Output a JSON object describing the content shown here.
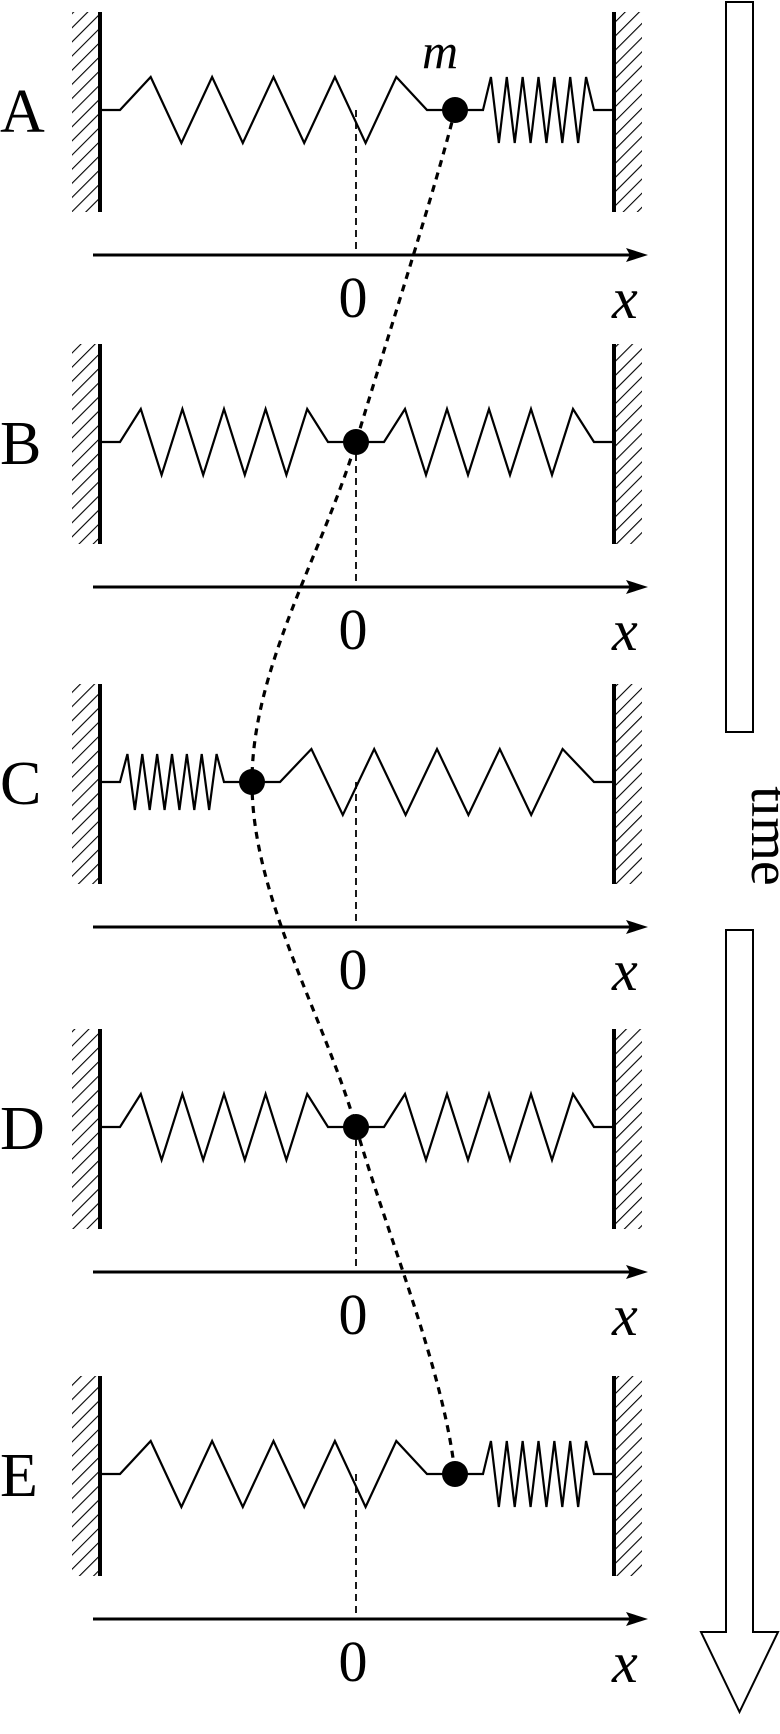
{
  "mass_label": "m",
  "axis_variable": "x",
  "origin_label": "0",
  "time_label": "time",
  "rows": [
    {
      "label": "A",
      "displacement": "max positive"
    },
    {
      "label": "B",
      "displacement": "zero"
    },
    {
      "label": "C",
      "displacement": "max negative"
    },
    {
      "label": "D",
      "displacement": "zero"
    },
    {
      "label": "E",
      "displacement": "max positive"
    }
  ],
  "colors": {
    "ink": "#000000",
    "background": "#ffffff"
  }
}
